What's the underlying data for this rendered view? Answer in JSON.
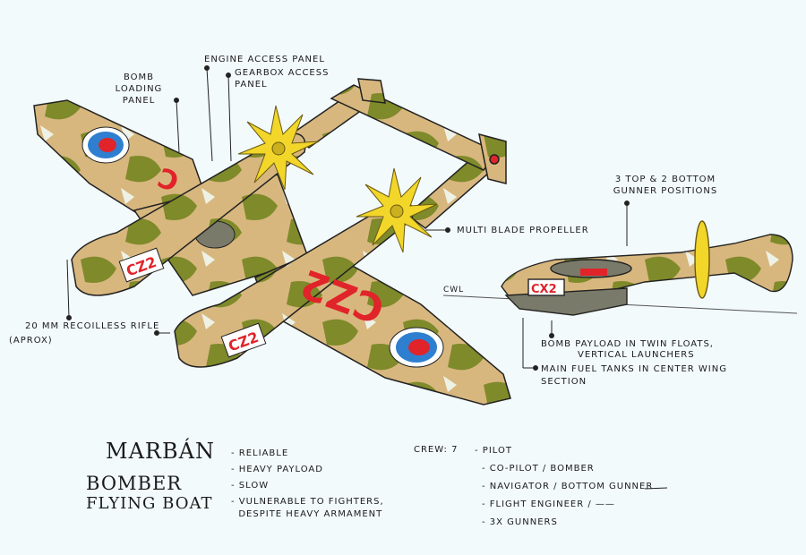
{
  "callouts": {
    "bomb_loading_panel": "Bomb loading panel",
    "engine_access_panel": "Engine access panel",
    "gearbox_access_panel": "Gearbox access panel",
    "multi_blade_propeller": "Multi blade propeller",
    "recoilless_rifle": "20 mm recoilless rifle",
    "recoilless_rifle_note": "(aprox)",
    "gunner_positions": "3 top & 2 bottom gunner positions",
    "bomb_payload": "Bomb payload in twin floats,",
    "bomb_payload_2": "vertical launchers",
    "fuel_tanks": "Main fuel tanks in center wing",
    "fuel_tanks_2": "section",
    "cwl": "CWL"
  },
  "markings": {
    "top_view_wing": "CZ2",
    "nacelle": "CZ2",
    "side_view": "CX2"
  },
  "title": {
    "name": "MARBÁN",
    "type": "BOMBER",
    "subtype": "FLYING BOAT"
  },
  "traits": [
    "- Reliable",
    "- Heavy payload",
    "- Slow",
    "- Vulnerable to fighters,",
    "  despite heavy armament"
  ],
  "crew": {
    "label": "Crew: 7",
    "members": [
      "- Pilot",
      "- Co-pilot / bomber",
      "- Navigator / bottom gunner",
      "- Flight engineer / ——",
      "- 3x gunners"
    ]
  },
  "colors": {
    "tan": "#d8b77e",
    "camo_green": "#7f8a2a",
    "roundel_blue": "#2f7fd0",
    "roundel_red": "#e0242a",
    "propeller": "#f2d62a"
  }
}
